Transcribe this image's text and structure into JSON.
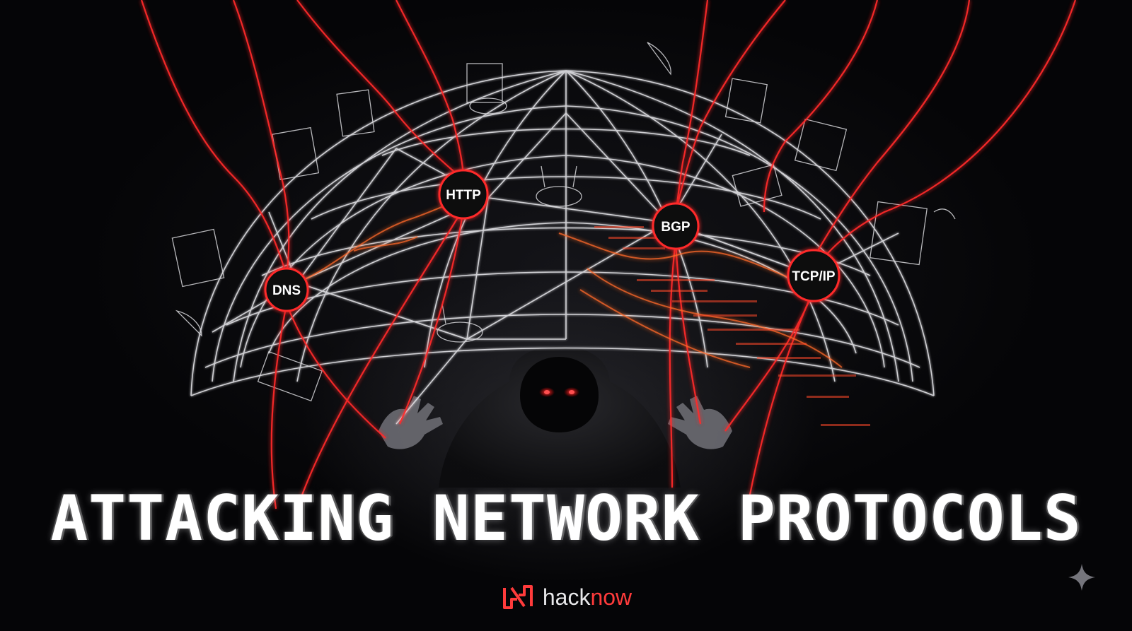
{
  "headline": "ATTACKING NETWORK PROTOCOLS",
  "protocols": {
    "dns": "DNS",
    "http": "HTTP",
    "bgp": "BGP",
    "tcpip": "TCP/IP"
  },
  "brand": {
    "name_part1": "hack",
    "name_part2": "now"
  },
  "icons": {
    "brand_logo": "hacknow-logo-icon",
    "sparkle": "sparkle-icon"
  },
  "colors": {
    "background": "#050507",
    "accent_red": "#ff2a2a",
    "wire_white": "#e6e6ea",
    "brand_red": "#ff3b3b"
  }
}
